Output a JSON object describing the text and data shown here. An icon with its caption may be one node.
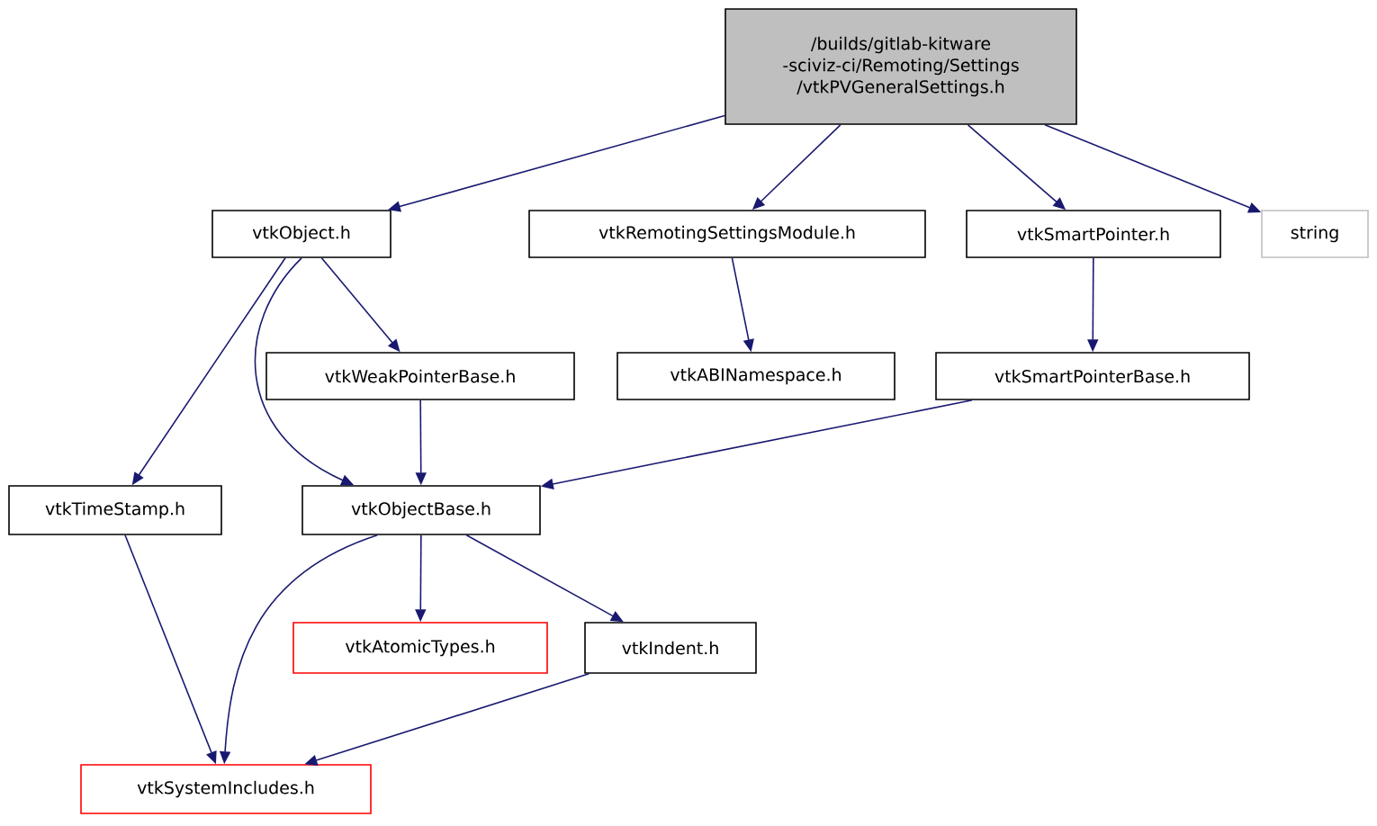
{
  "diagram": {
    "nodes": [
      {
        "text": [
          "/builds/gitlab-kitware -sciviz-ci/Remoting/Settings /vtkPVGeneralSettings.h"
        ]
      },
      {
        "text": [
          "vtkObject.h"
        ]
      },
      {
        "text": [
          "vtkRemotingSettingsModule.h"
        ]
      },
      {
        "text": [
          "vtkSmartPointer.h"
        ]
      },
      {
        "text": [
          "string"
        ]
      },
      {
        "text": [
          "vtkWeakPointerBase.h"
        ]
      },
      {
        "text": [
          "vtkABINamespace.h"
        ]
      },
      {
        "text": [
          "vtkSmartPointerBase.h"
        ]
      },
      {
        "text": [
          "vtkTimeStamp.h"
        ]
      },
      {
        "text": [
          "vtkObjectBase.h"
        ]
      },
      {
        "text": [
          "vtkAtomicTypes.h"
        ]
      },
      {
        "text": [
          "vtkIndent.h"
        ]
      },
      {
        "text": [
          "vtkSystemIncludes.h"
        ]
      }
    ],
    "edges": [
      {
        "from": 0,
        "to": 1,
        "arrow": "to"
      },
      {
        "from": 0,
        "to": 2,
        "arrow": "to"
      },
      {
        "from": 0,
        "to": 3,
        "arrow": "to"
      },
      {
        "from": 0,
        "to": 4,
        "arrow": "to"
      },
      {
        "from": 1,
        "to": 8,
        "arrow": "to"
      },
      {
        "from": 1,
        "to": 9,
        "arrow": "to"
      },
      {
        "from": 1,
        "to": 5,
        "arrow": "to"
      },
      {
        "from": 2,
        "to": 6,
        "arrow": "to"
      },
      {
        "from": 3,
        "to": 7,
        "arrow": "to"
      },
      {
        "from": 5,
        "to": 9,
        "arrow": "to"
      },
      {
        "from": 7,
        "to": 9,
        "arrow": "to"
      },
      {
        "from": 8,
        "to": 12,
        "arrow": "to"
      },
      {
        "from": 9,
        "to": 12,
        "arrow": "to"
      },
      {
        "from": 9,
        "to": 10,
        "arrow": "to"
      },
      {
        "from": 9,
        "to": 11,
        "arrow": "to"
      },
      {
        "from": 11,
        "to": 12,
        "arrow": "to"
      }
    ]
  }
}
